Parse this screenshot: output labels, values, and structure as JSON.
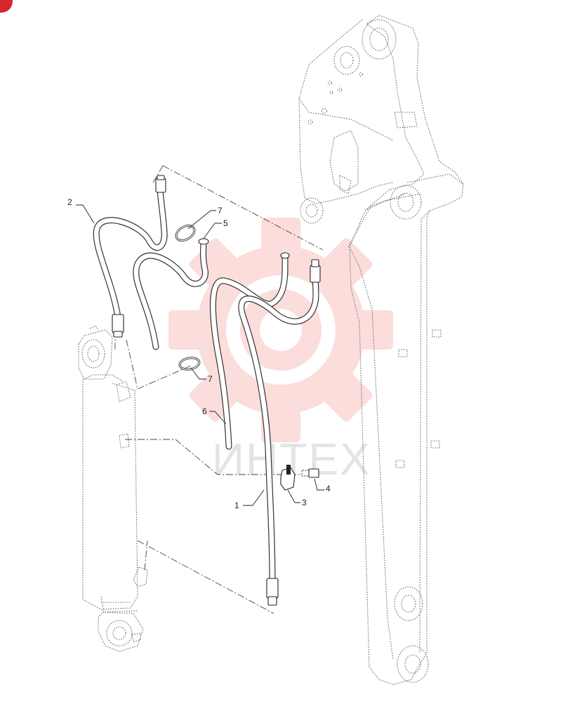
{
  "diagram": {
    "callouts": [
      {
        "id": "c1",
        "text": "1"
      },
      {
        "id": "c2",
        "text": "2"
      },
      {
        "id": "c3",
        "text": "3"
      },
      {
        "id": "c4",
        "text": "4"
      },
      {
        "id": "c5",
        "text": "5"
      },
      {
        "id": "c6",
        "text": "6"
      },
      {
        "id": "c7a",
        "text": "7"
      },
      {
        "id": "c7b",
        "text": "7"
      }
    ],
    "watermark": {
      "text": "ИНТЕХ",
      "color": "#e8322e"
    },
    "colors": {
      "line": "#333333",
      "outline": "#6e6e6e",
      "accent": "#d8262f"
    }
  }
}
